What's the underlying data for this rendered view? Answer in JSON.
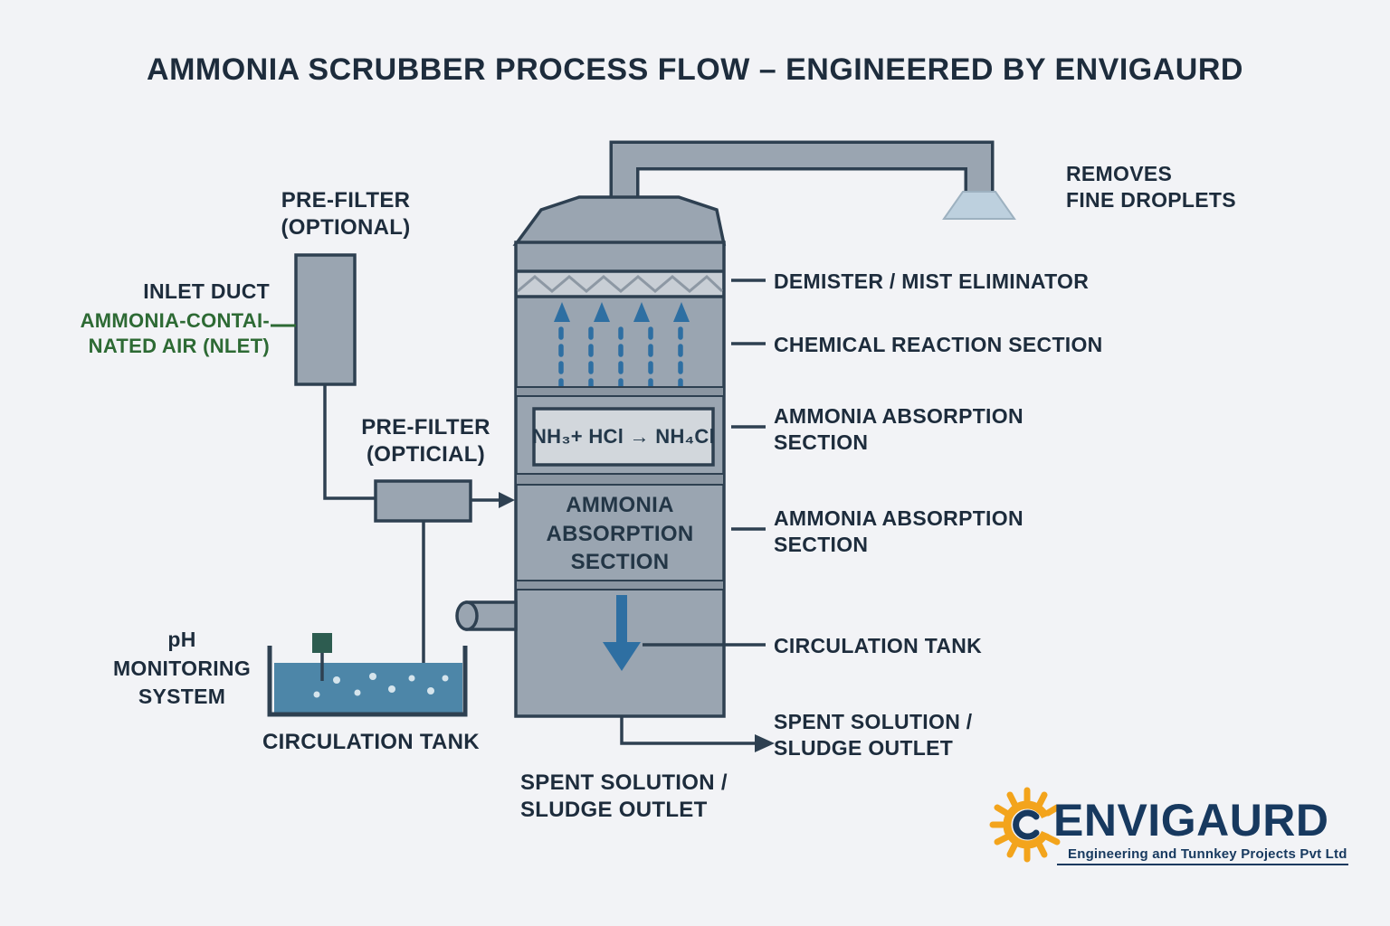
{
  "colors": {
    "bg": "#f2f3f6",
    "ink": "#1d2c3c",
    "green": "#2d6a34",
    "tower_fill": "#9aa5b1",
    "tower_stroke": "#2e4051",
    "band": "#c8ced5",
    "flange": "#8b96a2",
    "blue": "#2e6fa2",
    "water": "#4d86a8",
    "nozzle": "#bdd0de",
    "sensor": "#2d5c50",
    "logo_orange": "#f3a41c",
    "logo_navy": "#17395f"
  },
  "title": "AMMONIA SCRUBBER PROCESS FLOW – ENGINEERED BY ENVIGAURD",
  "left": {
    "pre_filter_top": "PRE-FILTER\n(OPTIONAL)",
    "inlet_duct": "INLET DUCT",
    "ammonia_air": "AMMONIA-CONTAI-\nNATED AIR (NLET)",
    "pre_filter_mid": "PRE-FILTER\n(OPTICIAL)",
    "ph_monitoring": "pH\nMONITORING\nSYSTEM",
    "circulation_tank": "CIRCULATION TANK"
  },
  "tower": {
    "formula": "NH₃+ HCl → NH₄Cl",
    "absorption_section": "AMMONIA\nABSORPTION\nSECTION",
    "spent_outlet": "SPENT SOLUTION /\nSLUDGE OUTLET"
  },
  "right": {
    "removes_fine_droplets": "REMOVES\nFINE DROPLETS",
    "demister": "DEMISTER / MIST ELIMINATOR",
    "chemical_reaction": "CHEMICAL REACTION SECTION",
    "ammonia_absorption_1": "AMMONIA ABSORPTION\nSECTION",
    "ammonia_absorption_2": "AMMONIA ABSORPTION\nSECTION",
    "circulation_tank": "CIRCULATION TANK",
    "spent_outlet": "SPENT SOLUTION /\nSLUDGE OUTLET"
  },
  "logo": {
    "name": "ENVIGAURD",
    "tagline": "Engineering and Tunnkey Projects Pvt Ltd"
  }
}
